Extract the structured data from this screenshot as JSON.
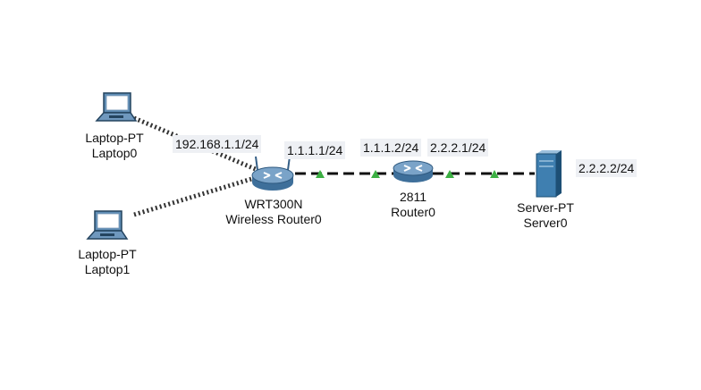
{
  "devices": {
    "laptop0": {
      "model": "Laptop-PT",
      "name": "Laptop0"
    },
    "laptop1": {
      "model": "Laptop-PT",
      "name": "Laptop1"
    },
    "wireless_router": {
      "model": "WRT300N",
      "name": "Wireless Router0"
    },
    "router": {
      "model": "2811",
      "name": "Router0"
    },
    "server": {
      "model": "Server-PT",
      "name": "Server0"
    }
  },
  "ip_labels": {
    "wireless_lan": "192.168.1.1/24",
    "wireless_wan": "1.1.1.1/24",
    "router_left": "1.1.1.2/24",
    "router_right": "2.2.2.1/24",
    "server": "2.2.2.2/24"
  },
  "colors": {
    "link_up": "#3cb043",
    "device_blue": "#4f7ea8",
    "server_blue": "#2e6b99",
    "label_bg": "#eef0f4"
  },
  "icons": {
    "laptop": "laptop-icon",
    "wireless_router": "wireless-router-icon",
    "router": "router-icon",
    "server": "server-icon"
  }
}
